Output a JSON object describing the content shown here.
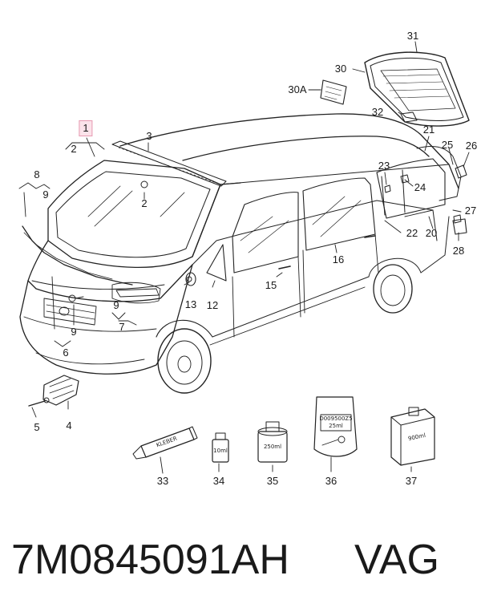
{
  "callouts": {
    "c1": "1",
    "c2a": "2",
    "c2b": "2",
    "c3": "3",
    "c4": "4",
    "c5": "5",
    "c6": "6",
    "c7": "7",
    "c8": "8",
    "c9a": "9",
    "c9b": "9",
    "c9c": "9",
    "c12": "12",
    "c13": "13",
    "c15": "15",
    "c16": "16",
    "c20": "20",
    "c21": "21",
    "c22": "22",
    "c23": "23",
    "c24": "24",
    "c25": "25",
    "c26": "26",
    "c27": "27",
    "c28": "28",
    "c30": "30",
    "c30a": "30A",
    "c31": "31",
    "c32": "32",
    "c33": "33",
    "c34": "34",
    "c35": "35",
    "c36": "36",
    "c37": "37"
  },
  "package_labels": {
    "tube": "KLEBER",
    "bottle_small": "10ml",
    "can": "250ml",
    "bag_line1": "D009500Z5",
    "bag_line2": "25ml",
    "canister": "900ml"
  },
  "footer": {
    "part_number": "7M0845091AH",
    "brand": "VAG"
  },
  "colors": {
    "line": "#222222",
    "highlight_bg": "#fbe3ea",
    "highlight_border": "#e79bb2"
  }
}
